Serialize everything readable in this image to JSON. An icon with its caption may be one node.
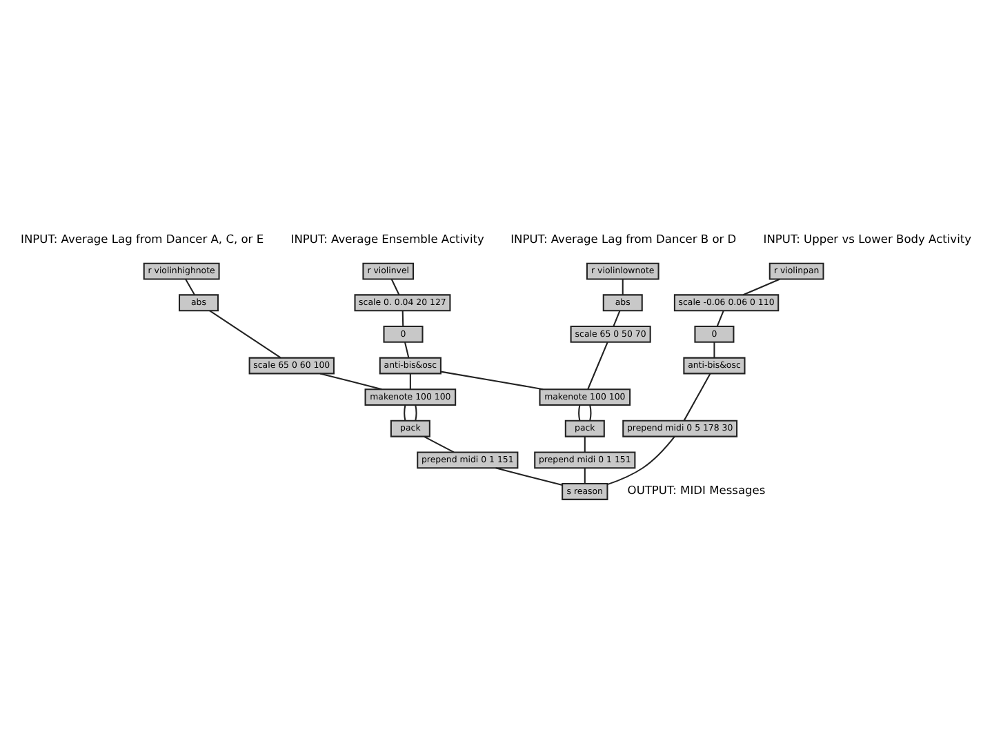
{
  "diagram": {
    "nodes": [
      {
        "text": [
          "r violinhighnote"
        ]
      },
      {
        "text": [
          "abs"
        ]
      },
      {
        "text": [
          "r violinlownote"
        ]
      },
      {
        "text": [
          "abs"
        ]
      },
      {
        "text": [
          "r violinvel"
        ]
      },
      {
        "text": [
          "scale 0. 0.04 20 127"
        ]
      },
      {
        "text": [
          "0"
        ]
      },
      {
        "text": [
          "anti-bis&osc"
        ]
      },
      {
        "text": [
          "r violinpan"
        ]
      },
      {
        "text": [
          "scale -0.06 0.06 0 110"
        ]
      },
      {
        "text": [
          "0"
        ]
      },
      {
        "text": [
          "anti-bis&osc"
        ]
      },
      {
        "text": [
          "scale 65 0 60 100"
        ]
      },
      {
        "text": [
          "makenote 100 100"
        ]
      },
      {
        "text": [
          "pack"
        ]
      },
      {
        "text": [
          "prepend midi 0 1 151"
        ]
      },
      {
        "text": [
          "scale 65 0 50 70"
        ]
      },
      {
        "text": [
          "makenote 100 100"
        ]
      },
      {
        "text": [
          "pack"
        ]
      },
      {
        "text": [
          "prepend midi 0 1 151"
        ]
      },
      {
        "text": [
          "prepend midi 0 5 178 30"
        ]
      },
      {
        "text": [
          "s reason"
        ]
      }
    ],
    "edges": [
      {
        "from": 0,
        "to": 1,
        "arrow": "none"
      },
      {
        "from": 1,
        "to": 12,
        "arrow": "none"
      },
      {
        "from": 2,
        "to": 3,
        "arrow": "none"
      },
      {
        "from": 3,
        "to": 16,
        "arrow": "none"
      },
      {
        "from": 4,
        "to": 5,
        "arrow": "none"
      },
      {
        "from": 5,
        "to": 6,
        "arrow": "none"
      },
      {
        "from": 6,
        "to": 7,
        "arrow": "none"
      },
      {
        "from": 7,
        "to": 13,
        "arrow": "none"
      },
      {
        "from": 7,
        "to": 17,
        "arrow": "none"
      },
      {
        "from": 8,
        "to": 9,
        "arrow": "none"
      },
      {
        "from": 9,
        "to": 10,
        "arrow": "none"
      },
      {
        "from": 10,
        "to": 11,
        "arrow": "none"
      },
      {
        "from": 12,
        "to": 13,
        "arrow": "none"
      },
      {
        "from": 13,
        "to": 14,
        "arrow": "none"
      },
      {
        "from": 13,
        "to": 14,
        "arrow": "none"
      },
      {
        "from": 14,
        "to": 15,
        "arrow": "none"
      },
      {
        "from": 16,
        "to": 17,
        "arrow": "none"
      },
      {
        "from": 17,
        "to": 18,
        "arrow": "none"
      },
      {
        "from": 17,
        "to": 18,
        "arrow": "none"
      },
      {
        "from": 18,
        "to": 19,
        "arrow": "none"
      },
      {
        "from": 11,
        "to": 20,
        "arrow": "none"
      },
      {
        "from": 15,
        "to": 21,
        "arrow": "none"
      },
      {
        "from": 19,
        "to": 21,
        "arrow": "none"
      },
      {
        "from": 20,
        "to": 21,
        "arrow": "none"
      }
    ],
    "labels": [
      "INPUT: Average Lag from Dancer A, C, or E",
      "INPUT: Average Lag from Dancer B or D",
      "INPUT: Average Ensemble Activity",
      "INPUT: Upper vs Lower Body Activity",
      "OUTPUT: MIDI Messages"
    ]
  }
}
